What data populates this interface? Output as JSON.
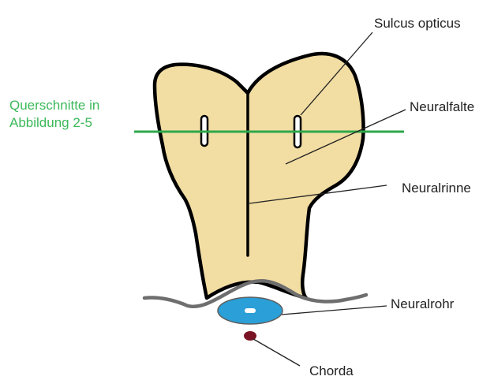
{
  "labels": {
    "sulcus_opticus": "Sulcus opticus",
    "neuralfalte": "Neuralfalte",
    "neuralrinne": "Neuralrinne",
    "neuralrohr": "Neuralrohr",
    "chorda": "Chorda",
    "querschnitte_line1": "Querschnitte in",
    "querschnitte_line2": "Abbildung 2-5"
  },
  "colors": {
    "neural_plate_fill": "#F2DDA3",
    "outline": "#000000",
    "section_line": "#2EA84A",
    "section_label": "#3CB95A",
    "ectoderm": "#6E6E6E",
    "neural_tube": "#2A9FD8",
    "chorda": "#7A1424",
    "leader_line": "#222222"
  }
}
